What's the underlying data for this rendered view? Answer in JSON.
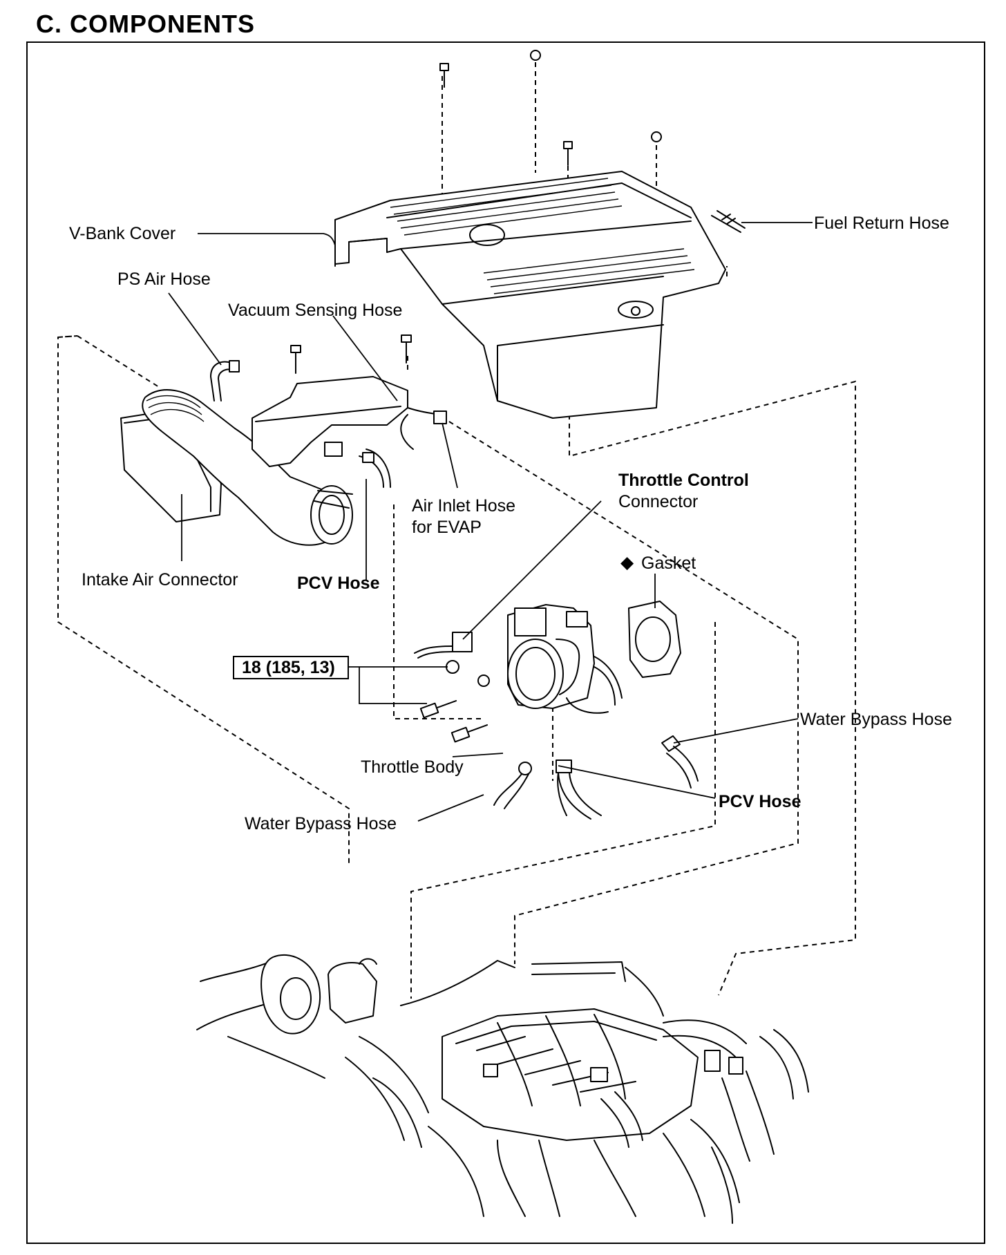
{
  "heading": "C.  COMPONENTS",
  "labels": {
    "v_bank_cover": "V-Bank Cover",
    "fuel_return_hose": "Fuel Return Hose",
    "ps_air_hose": "PS Air Hose",
    "vacuum_sensing_hose": "Vacuum Sensing Hose",
    "air_inlet_hose_line1": "Air Inlet Hose",
    "air_inlet_hose_line2": "for EVAP",
    "throttle_control_connector_line1": "Throttle Control",
    "throttle_control_connector_line2": "Connector",
    "gasket": "Gasket",
    "intake_air_connector": "Intake Air Connector",
    "pcv_hose_upper": "PCV Hose",
    "torque_spec": "18 (185, 13)",
    "water_bypass_hose_right": "Water Bypass Hose",
    "throttle_body": "Throttle Body",
    "pcv_hose_lower": "PCV Hose",
    "water_bypass_hose_left": "Water Bypass Hose"
  },
  "symbols": {
    "gasket_marker": "◆",
    "gasket_marker_meaning": "diamond-icon"
  }
}
